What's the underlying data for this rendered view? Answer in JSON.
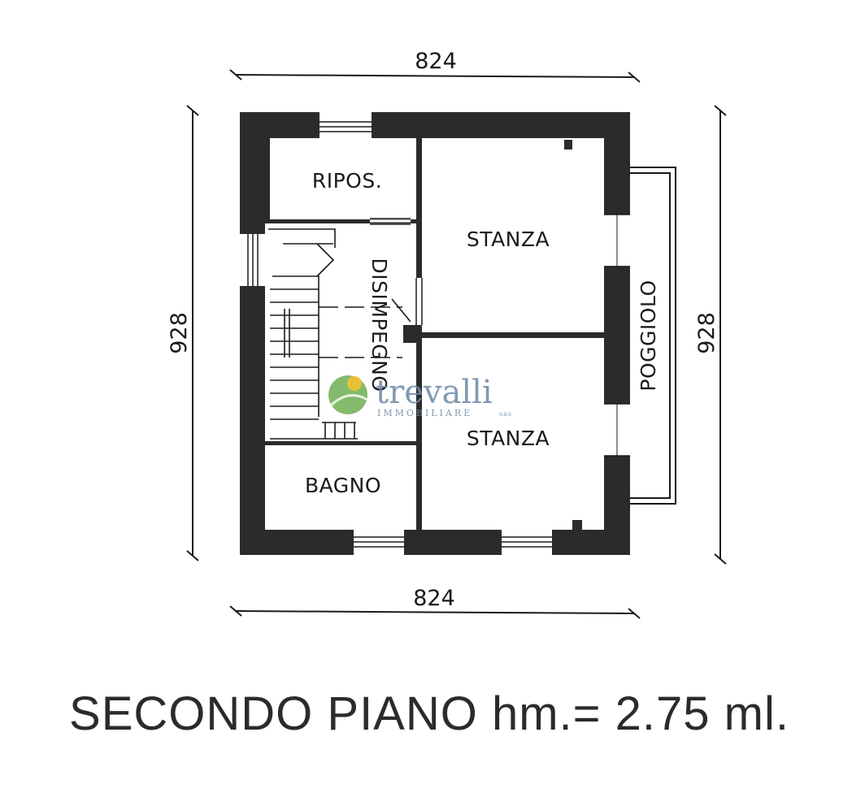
{
  "dimensions": {
    "top": "824",
    "bottom": "824",
    "left": "928",
    "right": "928"
  },
  "rooms": {
    "ripos": "RIPOS.",
    "stanza_upper": "STANZA",
    "stanza_lower": "STANZA",
    "disimpegno": "DISIMPEGNO",
    "bagno": "BAGNO",
    "poggiolo": "POGGIOLO"
  },
  "watermark": {
    "brand": "trevalli",
    "sub": "IMMOBILIARE",
    "sub_suffix": "sas"
  },
  "caption": "SECONDO PIANO hm.= 2.75 ml.",
  "colors": {
    "wall": "#2b2b2b",
    "line": "#1a1a1a",
    "watermark": "#6d88a6",
    "logo_green": "#5aa33a",
    "logo_yellow": "#f2c230"
  }
}
